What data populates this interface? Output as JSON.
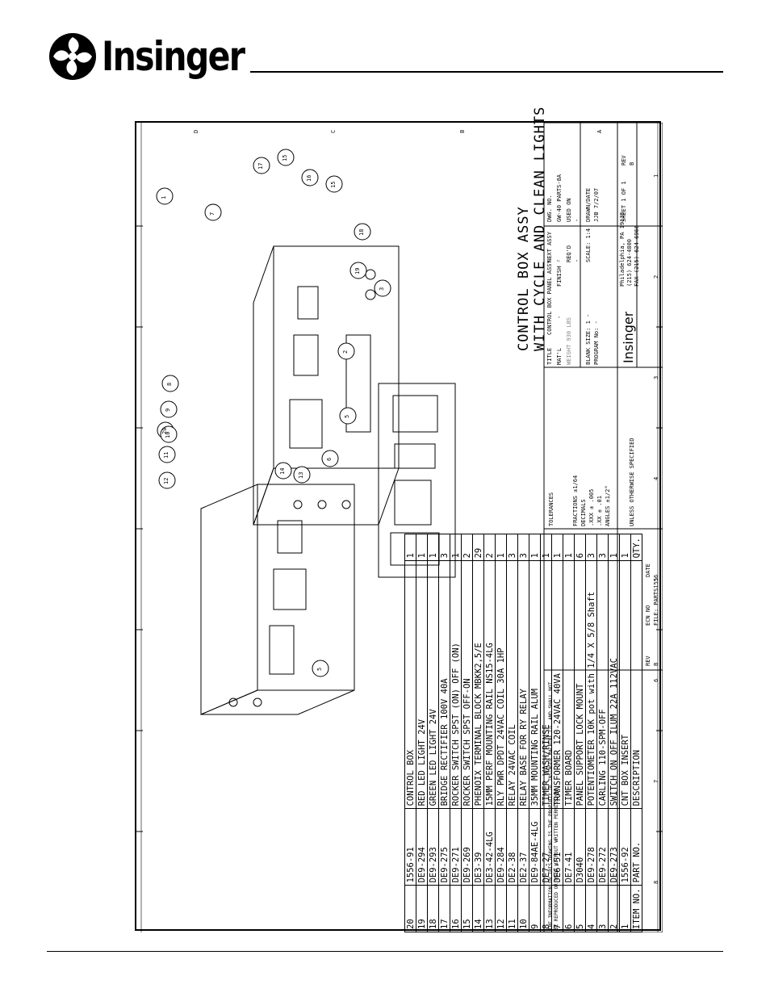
{
  "logo": {
    "name": "Insinger"
  },
  "drawing": {
    "title_line1": "CONTROL BOX ASSY",
    "title_line2": "WITH CYCLE AND CLEAN LIGHTS",
    "title_label": "TITLE",
    "title_value": "CONTROL BOX PANEL ASSY",
    "matl_label": "MAT'L",
    "matl_value": "-",
    "finish_label": "FINISH -",
    "weight": "WEIGHT 930 LBS",
    "blank_size": "BLANK SIZE: 1 -",
    "program_no": "PROGRAM No: -",
    "scale": "SCALE: 1:4",
    "company": "Insinger",
    "address": "Philadelphia, PA 19135",
    "phone": "(215) 624-4800",
    "fax": "FAX (215) 624-6966",
    "dwg_no_label": "DWG. NO.",
    "dwg_no": "GW-40 PARTS-8A",
    "next_assy_label": "NEXT ASSY",
    "next_assy": "-",
    "used_on_label": "USED ON",
    "used_on": "-",
    "reqd_label": "REQ'D",
    "reqd": "-",
    "drawn_label": "DRAWN/DATE",
    "drawn": "JJB 7/2/07",
    "sheet_label": "SHEET 1 OF 1",
    "rev_label": "REV",
    "rev": "B",
    "tolerances": "TOLERANCES",
    "tol_fraction": "FRACTIONS ±1/64",
    "tol_decimals": "DECIMALS",
    "tol_xxx": ".XXX ± .005",
    "tol_xx": ".XX ± .01",
    "tol_angles": "ANGLES ±1/2°",
    "tol_unless": "UNLESS OTHERWISE SPECIFIED",
    "rev_col": "REV",
    "ecn_col": "ECN NO",
    "date_col": "DATE",
    "file": "FILE: PARTS1556",
    "rev_block_value": "B",
    "notice": "THE INFORMATION ON THIS DRAWING IS THE PROPERTY OF INSINGER MACHINE CO. AND SHALL NOT BE REPRODUCED OR USED WITHOUT WRITTEN PERMISSION"
  },
  "bom": {
    "headers": {
      "item": "ITEM NO.",
      "part": "PART NO.",
      "desc": "DESCRIPTION",
      "qty": "QTY."
    },
    "rows": [
      {
        "item": "20",
        "part": "1556-91",
        "desc": "CONTROL BOX",
        "qty": "1"
      },
      {
        "item": "19",
        "part": "DE9-294",
        "desc": "RED LED LIGHT 24V",
        "qty": "1"
      },
      {
        "item": "18",
        "part": "DE9-293",
        "desc": "GREEN LED LIGHT 24V",
        "qty": "1"
      },
      {
        "item": "17",
        "part": "DE9-275",
        "desc": "BRIDGE RECTIFIER 100V 40A",
        "qty": "3"
      },
      {
        "item": "16",
        "part": "DE9-271",
        "desc": "ROCKER SWITCH SPST (ON) OFF (ON)",
        "qty": "1"
      },
      {
        "item": "15",
        "part": "DE9-269",
        "desc": "ROCKER SWITCH SPST OFF-ON",
        "qty": "2"
      },
      {
        "item": "14",
        "part": "DE3-39",
        "desc": "PHENOIX TERMINAL BLOCK MBKK2,5/E",
        "qty": "29"
      },
      {
        "item": "13",
        "part": "DE3-42-4LG",
        "desc": "15MM PERF MOUNTING RAIL NS15-4LG",
        "qty": "2"
      },
      {
        "item": "12",
        "part": "DE9-284",
        "desc": "RLY PWR DPDT 24VAC COIL 30A 1HP",
        "qty": "1"
      },
      {
        "item": "11",
        "part": "DE2-38",
        "desc": "RELAY 24VAC COIL",
        "qty": "3"
      },
      {
        "item": "10",
        "part": "DE2-37",
        "desc": "RELAY BASE FOR RY RELAY",
        "qty": "3"
      },
      {
        "item": "9",
        "part": "DE9-84AE-4LG",
        "desc": "35MM MOUNTING RAIL ALUM",
        "qty": "1"
      },
      {
        "item": "8",
        "part": "DE7-27",
        "desc": "TIMER WASH/RINSE",
        "qty": "1"
      },
      {
        "item": "7",
        "part": "DE6-51",
        "desc": "TRANSFORMER 120-24VAC 40VA",
        "qty": "1"
      },
      {
        "item": "6",
        "part": "DE7-41",
        "desc": "TIMER BOARD",
        "qty": "1"
      },
      {
        "item": "5",
        "part": "D3040",
        "desc": "PANEL SUPPORT LOCK MOUNT",
        "qty": "6"
      },
      {
        "item": "4",
        "part": "DE9-278",
        "desc": "POTENTIOMETER 10K pot with 1/4 X 5/8 Shaft",
        "qty": "3"
      },
      {
        "item": "3",
        "part": "DE9-272",
        "desc": "CARLING 110-SPM-OFF",
        "qty": "3"
      },
      {
        "item": "2",
        "part": "DE9-273",
        "desc": "SWITCH ON OFF ILUM 22A 112VAC",
        "qty": "1"
      },
      {
        "item": "1",
        "part": "1556-92",
        "desc": "CNT BOX INSERT",
        "qty": "1"
      }
    ]
  },
  "balloons": [
    "1",
    "7",
    "17",
    "15",
    "16",
    "15",
    "18",
    "19",
    "3",
    "2",
    "5",
    "6",
    "13",
    "14",
    "20",
    "12",
    "11",
    "10",
    "9",
    "8",
    "5"
  ],
  "zone_letters": [
    "D",
    "C",
    "B",
    "A"
  ],
  "zone_numbers": [
    "1",
    "2",
    "3",
    "4",
    "5",
    "6",
    "7",
    "8"
  ]
}
